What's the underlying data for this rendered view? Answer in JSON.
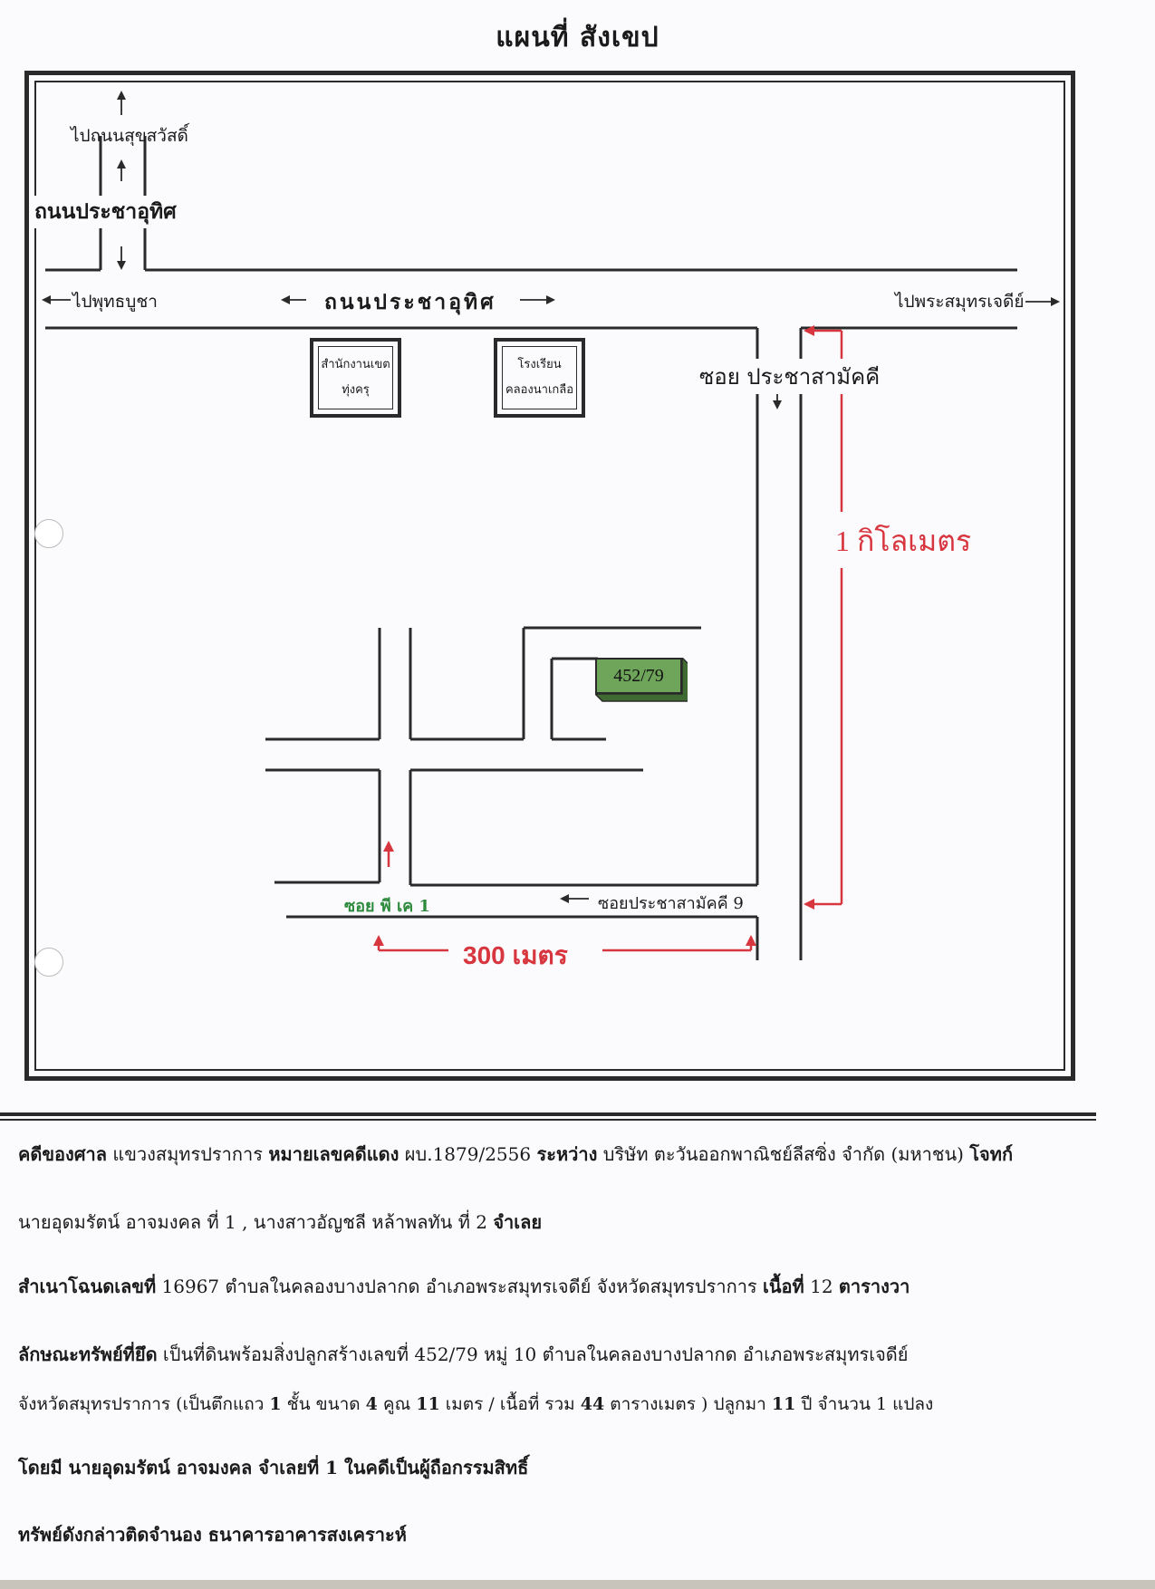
{
  "title": "แผนที่ สังเขป",
  "map": {
    "labels": {
      "to_sukhumvit": "ไปถนนสุขสวัสดิ์",
      "road_vertical": "ถนนประชาอุทิศ",
      "to_phutthabucha": "ไปพุทธบูชา",
      "road_main": "ถนนประชาอุทิศ",
      "to_phra_samut": "ไปพระสมุทรเจดีย์",
      "soi_pracha": "ซอย ประชาสามัคคี",
      "soi_pk1": "ซอย พี เค 1",
      "soi_pracha9": "ซอยประชาสามัคคี 9"
    },
    "boxes": {
      "district_office": [
        "สำนักงานเขต",
        "ทุ่งครุ"
      ],
      "school": [
        "โรงเรียน",
        "คลองนาเกลือ"
      ]
    },
    "plot_number": "452/79",
    "distance_vertical": "1  กิโลเมตร",
    "distance_horizontal": "300 เมตร",
    "colors": {
      "ink": "#2a2a2a",
      "red": "#d8363f",
      "green": "#2e8b3d",
      "plot_fill": "#6ea55a"
    }
  },
  "info": {
    "line1": {
      "b1": "คดีของศาล",
      "t1": " แขวงสมุทรปราการ ",
      "b2": "หมายเลขคดีแดง",
      "t2": " ผบ.1879/2556 ",
      "b3": "ระหว่าง",
      "t3": "  บริษัท ตะวันออกพาณิชย์ลีสซิ่ง จำกัด (มหาชน)   ",
      "b4": "โจทก์"
    },
    "line2": {
      "t1": "นายอุดมรัตน์  อาจมงคล  ที่ 1 , นางสาวอัญชลี  หล้าพลทัน  ที่ 2      ",
      "b1": "จำเลย"
    },
    "line3": {
      "b1": "สำเนาโฉนดเลขที่",
      "t1": "  16967  ตำบลในคลองบางปลากด  อำเภอพระสมุทรเจดีย์  จังหวัดสมุทรปราการ  ",
      "b2": "เนื้อที่",
      "t2": "    12      ",
      "b3": "ตารางวา"
    },
    "line4": {
      "b1": "ลักษณะทรัพย์ที่ยึด",
      "t1": "        เป็นที่ดินพร้อมสิ่งปลูกสร้างเลขที่   452/79   หมู่ 10   ตำบลในคลองบางปลากด   อำเภอพระสมุทรเจดีย์"
    },
    "line5": {
      "t1": "จังหวัดสมุทรปราการ  (เป็นตึกแถว  ",
      "b1": "1",
      "t2": "  ชั้น  ขนาด  ",
      "b2": "4",
      "t3": "  คูณ  ",
      "b3": "11",
      "t4": " เมตร /  เนื้อที่ รวม  ",
      "b4": "44",
      "t5": "  ตารางเมตร  ) ปลูกมา   ",
      "b5": "11",
      "t6": "   ปี จำนวน 1 แปลง"
    },
    "line6": {
      "b1": "โดยมี นายอุดมรัตน์  อาจมงคล   จำเลยที่ 1  ในคดีเป็นผู้ถือกรรมสิทธิ์"
    },
    "line7": {
      "b1": "ทรัพย์ดังกล่าวติดจำนอง ธนาคารอาคารสงเคราะห์"
    }
  }
}
